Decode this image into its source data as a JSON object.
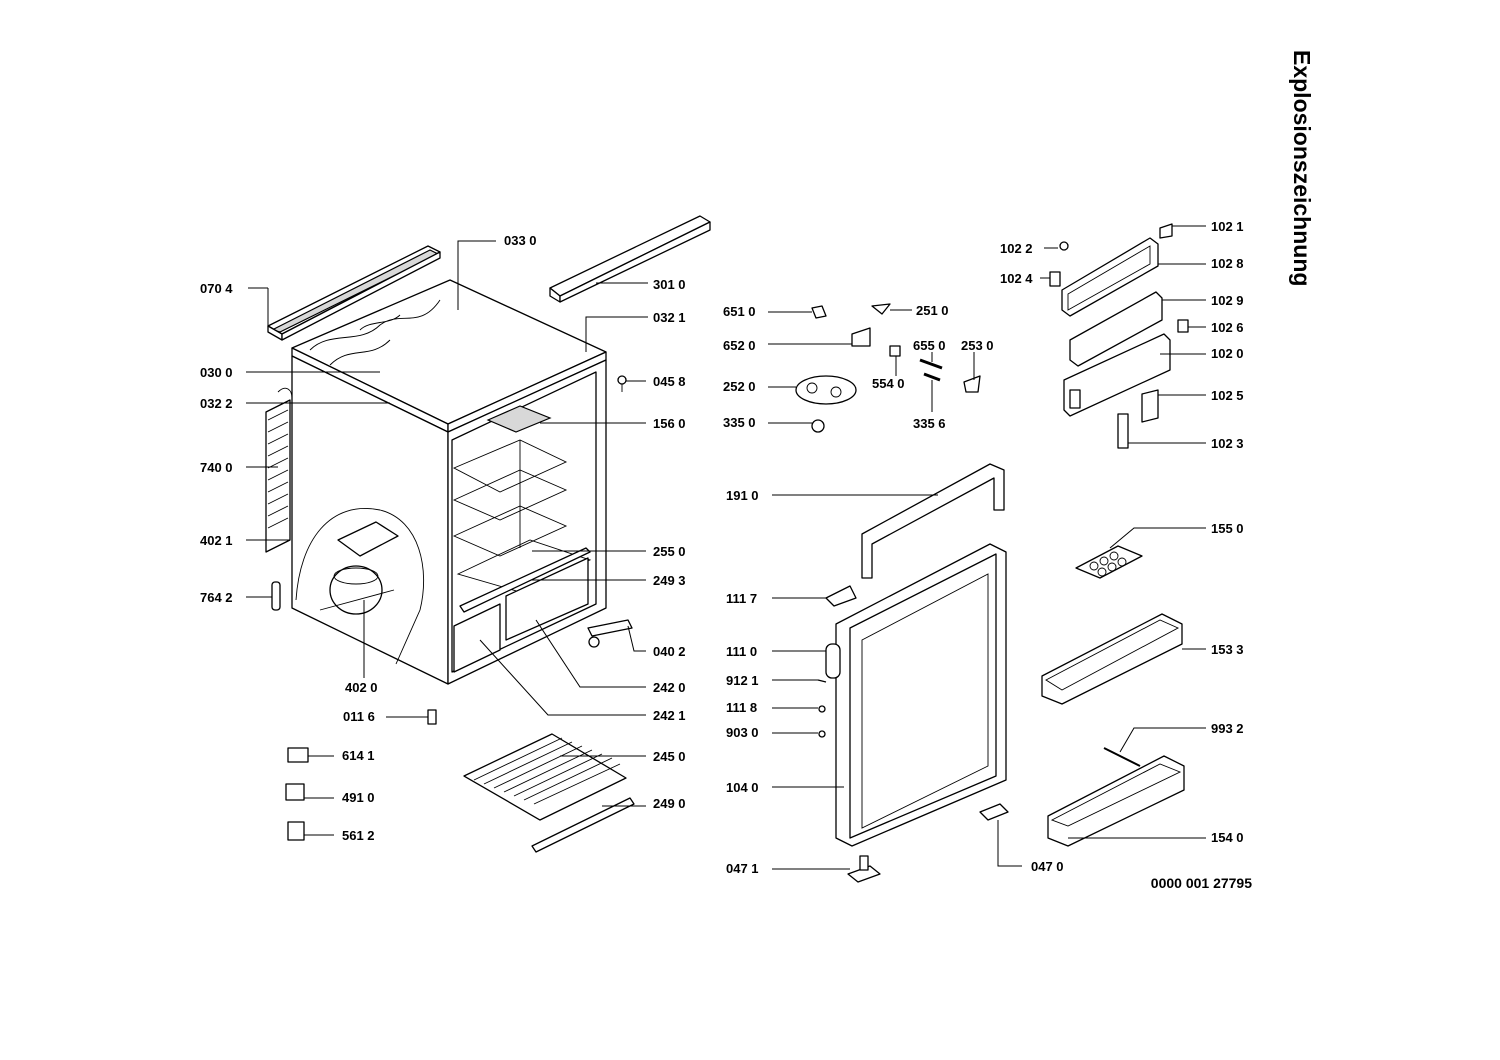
{
  "title": "Explosionszeichnung",
  "document_number": "0000 001 27795",
  "labels": {
    "p0704": "070 4",
    "p0330": "033 0",
    "p3010": "301 0",
    "p0321": "032 1",
    "p0300": "030 0",
    "p0322": "032 2",
    "p0458": "045 8",
    "p1560": "156 0",
    "p7400": "740 0",
    "p4021": "402 1",
    "p7642": "764 2",
    "p2550": "255 0",
    "p2493": "249 3",
    "p0402": "040 2",
    "p4020": "402 0",
    "p2420": "242 0",
    "p0116": "011 6",
    "p2421": "242 1",
    "p6141": "614 1",
    "p2450": "245 0",
    "p4910": "491 0",
    "p2490": "249 0",
    "p5612": "561 2",
    "p6510": "651 0",
    "p2510": "251 0",
    "p6520": "652 0",
    "p6550": "655 0",
    "p2530": "253 0",
    "p2520": "252 0",
    "p5540": "554 0",
    "p3350": "335 0",
    "p3356": "335 6",
    "p1910": "191 0",
    "p1117": "111 7",
    "p1110": "111 0",
    "p9121": "912 1",
    "p1118": "111 8",
    "p9030": "903 0",
    "p1040": "104 0",
    "p0471": "047 1",
    "p0470": "047 0",
    "p1021": "102 1",
    "p1022": "102 2",
    "p1028": "102 8",
    "p1024": "102 4",
    "p1029": "102 9",
    "p1026": "102 6",
    "p1020": "102 0",
    "p1025": "102 5",
    "p1023": "102 3",
    "p1550": "155 0",
    "p1533": "153 3",
    "p9932": "993 2",
    "p1540": "154 0"
  }
}
